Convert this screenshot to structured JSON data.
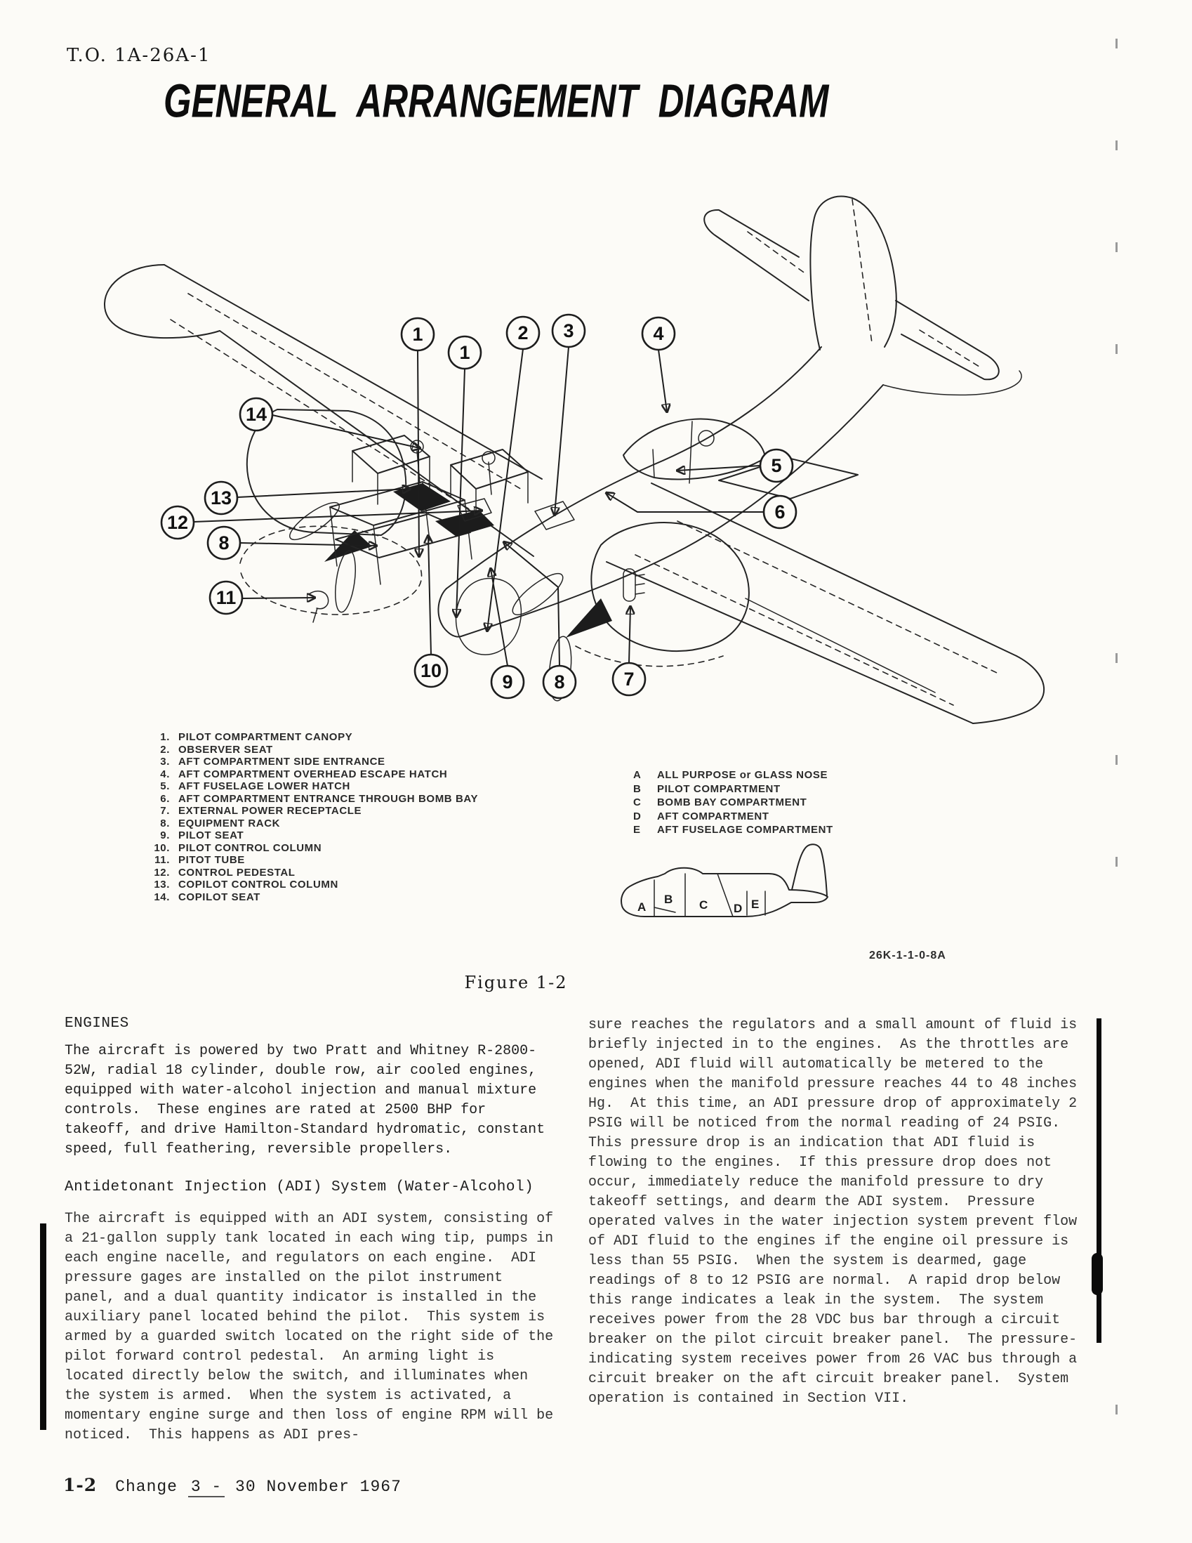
{
  "page": {
    "to_number": "T.O. 1A-26A-1",
    "title": "GENERAL ARRANGEMENT DIAGRAM",
    "figure_caption": "Figure 1-2",
    "figure_ref": "26K-1-1-0-8A",
    "footer": {
      "page_number": "1-2",
      "change": "Change",
      "change_suffix": "3 -",
      "date": "30 November 1967"
    }
  },
  "diagram": {
    "callout_numbers": [
      "1",
      "1",
      "2",
      "3",
      "4",
      "5",
      "6",
      "14",
      "13",
      "12",
      "8",
      "11",
      "10",
      "9",
      "8",
      "7"
    ],
    "numbered_legend": [
      {
        "num": "1.",
        "label": "PILOT COMPARTMENT CANOPY"
      },
      {
        "num": "2.",
        "label": "OBSERVER SEAT"
      },
      {
        "num": "3.",
        "label": "AFT COMPARTMENT SIDE ENTRANCE"
      },
      {
        "num": "4.",
        "label": "AFT COMPARTMENT OVERHEAD ESCAPE HATCH"
      },
      {
        "num": "5.",
        "label": "AFT FUSELAGE LOWER HATCH"
      },
      {
        "num": "6.",
        "label": "AFT COMPARTMENT ENTRANCE THROUGH BOMB BAY"
      },
      {
        "num": "7.",
        "label": "EXTERNAL POWER RECEPTACLE"
      },
      {
        "num": "8.",
        "label": "EQUIPMENT RACK"
      },
      {
        "num": "9.",
        "label": "PILOT SEAT"
      },
      {
        "num": "10.",
        "label": "PILOT CONTROL COLUMN"
      },
      {
        "num": "11.",
        "label": "PITOT TUBE"
      },
      {
        "num": "12.",
        "label": "CONTROL PEDESTAL"
      },
      {
        "num": "13.",
        "label": "COPILOT CONTROL COLUMN"
      },
      {
        "num": "14.",
        "label": "COPILOT SEAT"
      }
    ],
    "lettered_legend": [
      {
        "key": "A",
        "label": "ALL PURPOSE or GLASS NOSE"
      },
      {
        "key": "B",
        "label": "PILOT COMPARTMENT"
      },
      {
        "key": "C",
        "label": "BOMB BAY COMPARTMENT"
      },
      {
        "key": "D",
        "label": "AFT COMPARTMENT"
      },
      {
        "key": "E",
        "label": "AFT FUSELAGE COMPARTMENT"
      }
    ],
    "sideview_sections": [
      "A",
      "B",
      "C",
      "D",
      "E"
    ]
  },
  "content": {
    "left": {
      "heading1": "ENGINES",
      "para1": "The aircraft is powered by two Pratt and Whitney R-2800-52W, radial 18 cylinder, double row, air cooled engines, equipped with water-alcohol injection and manual mixture controls.  These engines are rated at 2500 BHP for takeoff, and drive Hamilton-Standard hydromatic, constant speed, full feathering, reversible propellers.",
      "heading2": "Antidetonant Injection (ADI) System (Water-Alcohol)",
      "para2": "The aircraft is equipped with an ADI system, consisting of a 21-gallon supply tank located in each wing tip, pumps in each engine nacelle, and regulators on each engine.  ADI pressure gages are installed on the pilot instrument panel, and a dual quantity indicator is installed in the auxiliary panel located behind the pilot.  This system is armed by a guarded switch located on the right side of the pilot forward control pedestal.  An arming light is located directly below the switch, and illuminates when the system is armed.  When the system is activated, a momentary engine surge and then loss of engine RPM will be noticed.  This happens as ADI pres-"
    },
    "right": {
      "para1": "sure reaches the regulators and a small amount of fluid is briefly injected in to the engines.  As the throttles are opened, ADI fluid will automatically be metered to the engines when the manifold pressure reaches 44 to 48 inches Hg.  At this time, an ADI pressure drop of approximately 2 PSIG will be noticed from the normal reading of 24 PSIG.  This pressure drop is an indication that ADI fluid is flowing to the engines.  If this pressure drop does not occur, immediately reduce the manifold pressure to dry takeoff settings, and dearm the ADI system.  Pressure operated valves in the water injection system prevent flow of ADI fluid to the engines if the engine oil pressure is less than 55 PSIG.  When the system is dearmed, gage readings of 8 to 12 PSIG are normal.  A rapid drop below this range indicates a leak in the system.  The system receives power from the 28 VDC bus bar through a circuit breaker on the pilot circuit breaker panel.  The pressure-indicating system receives power from 26 VAC bus through a circuit breaker on the aft circuit breaker panel.  System operation is contained in Section VII."
    }
  }
}
